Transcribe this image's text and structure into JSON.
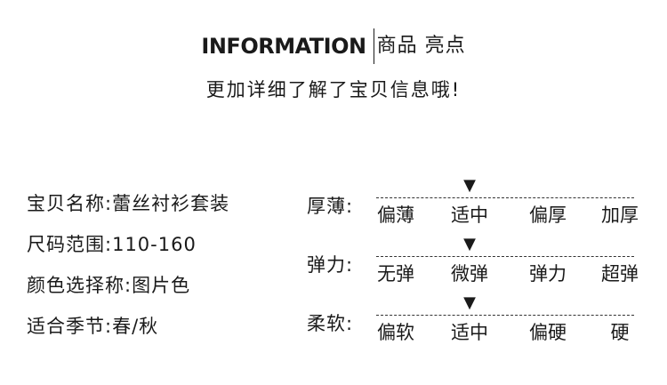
{
  "header": {
    "title_en": "INFORMATION",
    "title_cn": "商品 亮点",
    "subtitle": "更加详细了解了宝贝信息哦!"
  },
  "specs": [
    {
      "label": "宝贝名称:",
      "value": "蕾丝衬衫套装"
    },
    {
      "label": "尺码范围:",
      "value": "110-160"
    },
    {
      "label": "颜色选择称:",
      "value": "图片色"
    },
    {
      "label": "适合季节:",
      "value": "春/秋"
    }
  ],
  "scales": [
    {
      "label": "厚薄:",
      "options": [
        "偏薄",
        "适中",
        "偏厚",
        "加厚"
      ],
      "selected_index": 1
    },
    {
      "label": "弹力:",
      "options": [
        "无弹",
        "微弹",
        "弹力",
        "超弹"
      ],
      "selected_index": 1
    },
    {
      "label": "柔软:",
      "options": [
        "偏软",
        "适中",
        "偏硬",
        "硬"
      ],
      "selected_index": 1
    }
  ],
  "marker_glyph": "▼"
}
